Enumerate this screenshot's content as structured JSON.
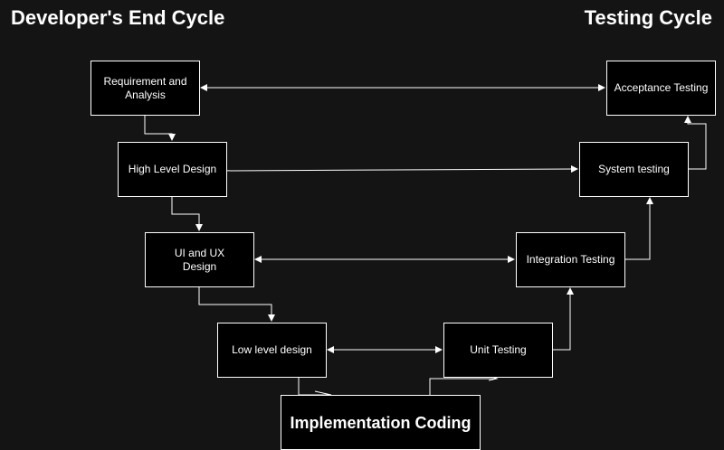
{
  "headings": {
    "left": "Developer's End Cycle",
    "right": "Testing Cycle"
  },
  "nodes": {
    "requirement": "Requirement and\nAnalysis",
    "high_level": "High Level Design",
    "ui_ux": "UI and UX\nDesign",
    "low_level": "Low level design",
    "implementation": "Implementation Coding",
    "unit": "Unit Testing",
    "integration": "Integration Testing",
    "system": "System testing",
    "acceptance": "Acceptance Testing"
  },
  "colors": {
    "background": "#141414",
    "box_fill": "#000000",
    "stroke": "#ffffff"
  }
}
